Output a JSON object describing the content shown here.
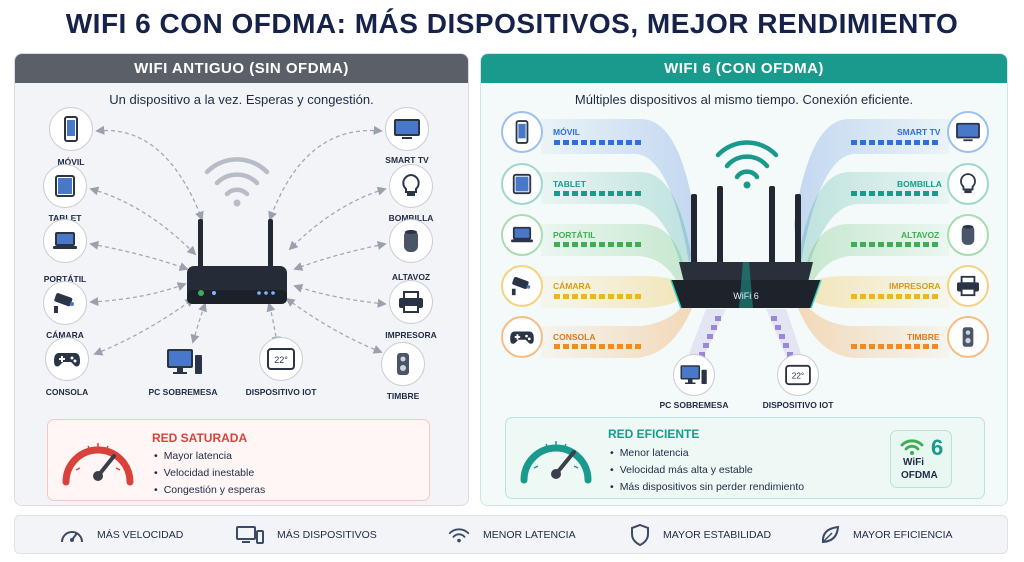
{
  "title": "WIFI 6 CON OFDMA: MÁS DISPOSITIVOS, MEJOR RENDIMIENTO",
  "left": {
    "header": "WIFI ANTIGUO (SIN OFDMA)",
    "subtitle": "Un dispositivo a la vez. Esperas y congestión.",
    "devices": {
      "movil": "MÓVIL",
      "tablet": "TABLET",
      "portatil": "PORTÁTIL",
      "camara": "CÁMARA",
      "consola": "CONSOLA",
      "pc": "PC SOBREMESA",
      "iot": "DISPOSITIVO IoT",
      "smarttv": "SMART TV",
      "bombilla": "BOMBILLA",
      "altavoz": "ALTAVOZ",
      "impresora": "IMPRESORA",
      "timbre": "TIMBRE",
      "iot_display": "22°"
    },
    "status": {
      "title": "RED SATURADA",
      "items": [
        "Mayor latencia",
        "Velocidad inestable",
        "Congestión y esperas"
      ]
    }
  },
  "right": {
    "header": "WIFI 6 (CON OFDMA)",
    "subtitle": "Múltiples dispositivos al mismo tiempo. Conexión eficiente.",
    "router_label": "WiFi 6",
    "devices": {
      "movil": "MÓVIL",
      "tablet": "TABLET",
      "portatil": "PORTÁTIL",
      "camara": "CÁMARA",
      "consola": "CONSOLA",
      "pc": "PC SOBREMESA",
      "iot": "DISPOSITIVO IoT",
      "smarttv": "SMART TV",
      "bombilla": "BOMBILLA",
      "altavoz": "ALTAVOZ",
      "impresora": "IMPRESORA",
      "timbre": "TIMBRE",
      "iot_display": "22°"
    },
    "status": {
      "title": "RED EFICIENTE",
      "items": [
        "Menor latencia",
        "Velocidad más alta y estable",
        "Más dispositivos sin perder rendimiento"
      ]
    },
    "badge": {
      "num": "6",
      "line1": "WiFi",
      "line2": "OFDMA"
    }
  },
  "features": [
    {
      "label": "MÁS VELOCIDAD",
      "icon": "speedometer-icon"
    },
    {
      "label": "MÁS DISPOSITIVOS",
      "icon": "devices-icon"
    },
    {
      "label": "MENOR LATENCIA",
      "icon": "wifi-icon"
    },
    {
      "label": "MAYOR ESTABILIDAD",
      "icon": "shield-icon"
    },
    {
      "label": "MAYOR EFICIENCIA",
      "icon": "leaf-icon"
    }
  ],
  "colors": {
    "blue": "#2f6fd6",
    "teal": "#1a9a8c",
    "green": "#3fae52",
    "yellow": "#f1b322",
    "orange": "#f08a24",
    "red": "#d8423a",
    "purple": "#9b86d9",
    "gray_header": "#5b5f68"
  }
}
